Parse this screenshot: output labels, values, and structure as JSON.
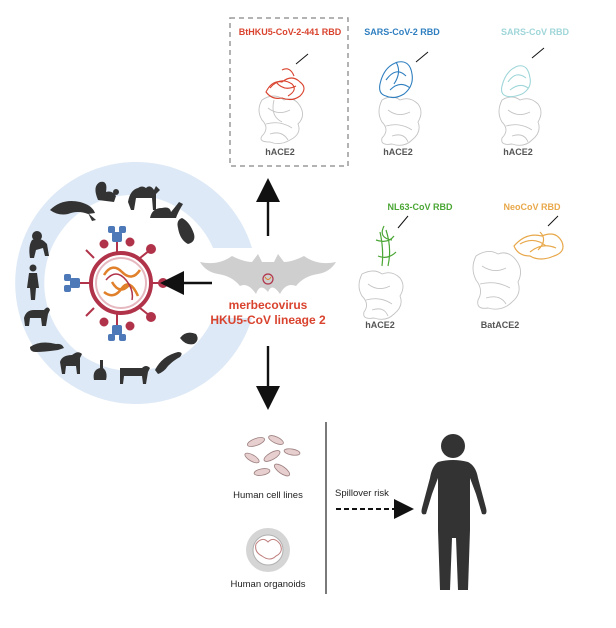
{
  "colors": {
    "bt_hku5": "#d9432e",
    "sars2": "#2f7fc0",
    "sars": "#9fd6d9",
    "nl63": "#4aa634",
    "neocov": "#e8a84a",
    "virus_title": "#d9432e",
    "receptor_blue": "#4d79b8",
    "spike_red": "#b0334a",
    "halo": "#dde9f6",
    "bat": "#cfcfcf",
    "animals": "#333333",
    "human": "#333333"
  },
  "panels": {
    "bt_hku5": {
      "rbd": "BtHKU5-CoV-2-441 RBD",
      "receptor": "hACE2"
    },
    "sars2": {
      "rbd": "SARS-CoV-2 RBD",
      "receptor": "hACE2"
    },
    "sars": {
      "rbd": "SARS-CoV RBD",
      "receptor": "hACE2"
    },
    "nl63": {
      "rbd": "NL63-CoV RBD",
      "receptor": "hACE2"
    },
    "neocov": {
      "rbd": "NeoCoV RBD",
      "receptor": "BatACE2"
    }
  },
  "virus": {
    "line1": "merbecovirus",
    "line2": "HKU5-CoV lineage 2"
  },
  "bottom": {
    "cell_lines": "Human cell lines",
    "organoids": "Human organoids",
    "spillover": "Spillover risk"
  },
  "icons": {
    "animals": [
      "pangolin-icon",
      "squirrel-icon",
      "camel-icon",
      "duck-icon",
      "bat-hanging-icon",
      "monkey-icon",
      "hamster-icon",
      "human-icon",
      "dog-icon",
      "mink-icon",
      "goat-icon",
      "rabbit-icon",
      "cow-icon",
      "dolphin-icon"
    ],
    "other": [
      "bat-icon",
      "virion-icon",
      "human-silhouette-icon",
      "cell-lines-icon",
      "organoid-icon"
    ]
  }
}
